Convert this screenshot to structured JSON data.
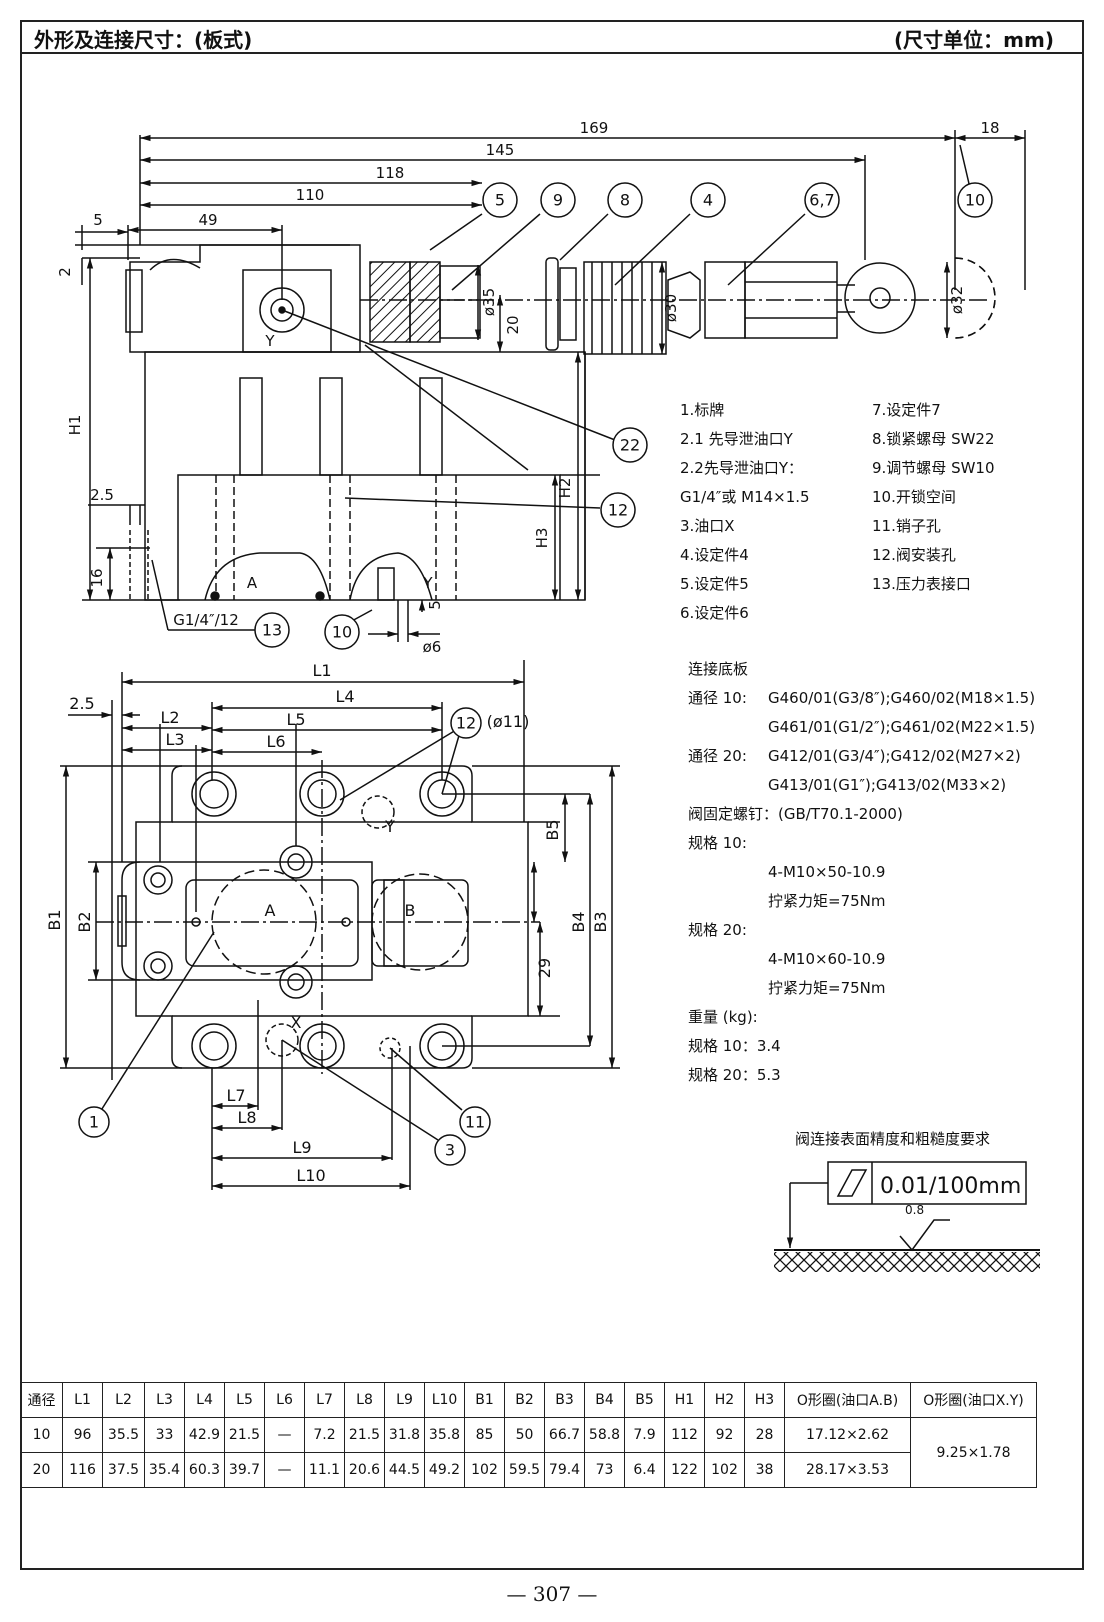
{
  "header": {
    "title": "外形及连接尺寸：(板式)",
    "unit": "(尺寸单位：mm)"
  },
  "top_view": {
    "dims": [
      "169",
      "18",
      "145",
      "118",
      "110",
      "49",
      "5",
      "2",
      "H1",
      "2.5",
      "16",
      "H2",
      "H3",
      "20",
      "ø35",
      "ø30",
      "ø32",
      "5",
      "ø6"
    ],
    "port_labels": [
      "Y",
      "A",
      "Y"
    ],
    "balloons": [
      "5",
      "9",
      "8",
      "4",
      "6,7",
      "10",
      "22",
      "12",
      "13",
      "10"
    ],
    "thread_label": "G1/4″/12"
  },
  "plan_view": {
    "dims": [
      "L1",
      "L4",
      "2.5",
      "L2",
      "L5",
      "L3",
      "L6",
      "B5",
      "B1",
      "B2",
      "B4",
      "B3",
      "29",
      "L7",
      "L8",
      "L9",
      "L10"
    ],
    "port_labels": [
      "A",
      "B",
      "Y",
      "X"
    ],
    "balloons": [
      "12",
      "1",
      "3",
      "11"
    ],
    "hole_note": "(ø11)"
  },
  "legend_left": [
    "1.标牌",
    "2.1 先导泄油口Y",
    "2.2先导泄油口Y：",
    "G1/4″或 M14×1.5",
    "3.油口X",
    "4.设定件4",
    "5.设定件5",
    "6.设定件6"
  ],
  "legend_right": [
    "7.设定件7",
    "8.锁紧螺母 SW22",
    "9.调节螺母 SW10",
    "10.开锁空间",
    "11.销子孔",
    "12.阀安装孔",
    "13.压力表接口"
  ],
  "subplate": {
    "title": "连接底板",
    "d10_label": "通径 10:",
    "d10_line1": "G460/01(G3/8″);G460/02(M18×1.5)",
    "d10_line2": "G461/01(G1/2″);G461/02(M22×1.5)",
    "d20_label": "通径 20:",
    "d20_line1": "G412/01(G3/4″);G412/02(M27×2)",
    "d20_line2": "G413/01(G1″);G413/02(M33×2)"
  },
  "screws": {
    "title": "阀固定螺钉：(GB/T70.1-2000)",
    "s10_label": "规格 10:",
    "s10_bolt": "4-M10×50-10.9",
    "s10_torque": "拧紧力矩=75Nm",
    "s20_label": "规格 20:",
    "s20_bolt": "4-M10×60-10.9",
    "s20_torque": "拧紧力矩=75Nm"
  },
  "weight": {
    "title": "重量 (kg):",
    "w10": "规格 10：3.4",
    "w20": "规格 20：5.3"
  },
  "surface": {
    "title": "阀连接表面精度和粗糙度要求",
    "flatness": "0.01/100mm",
    "roughness": "0.8"
  },
  "table": {
    "headers": [
      "通径",
      "L1",
      "L2",
      "L3",
      "L4",
      "L5",
      "L6",
      "L7",
      "L8",
      "L9",
      "L10",
      "B1",
      "B2",
      "B3",
      "B4",
      "B5",
      "H1",
      "H2",
      "H3",
      "O形圈(油口A.B)",
      "O形圈(油口X.Y)"
    ],
    "rows": [
      [
        "10",
        "96",
        "35.5",
        "33",
        "42.9",
        "21.5",
        "—",
        "7.2",
        "21.5",
        "31.8",
        "35.8",
        "85",
        "50",
        "66.7",
        "58.8",
        "7.9",
        "112",
        "92",
        "28",
        "17.12×2.62"
      ],
      [
        "20",
        "116",
        "37.5",
        "35.4",
        "60.3",
        "39.7",
        "—",
        "11.1",
        "20.6",
        "44.5",
        "49.2",
        "102",
        "59.5",
        "79.4",
        "73",
        "6.4",
        "122",
        "102",
        "38",
        "28.17×3.53"
      ]
    ],
    "xy_oring": "9.25×1.78"
  },
  "page_number": "— 307 —"
}
